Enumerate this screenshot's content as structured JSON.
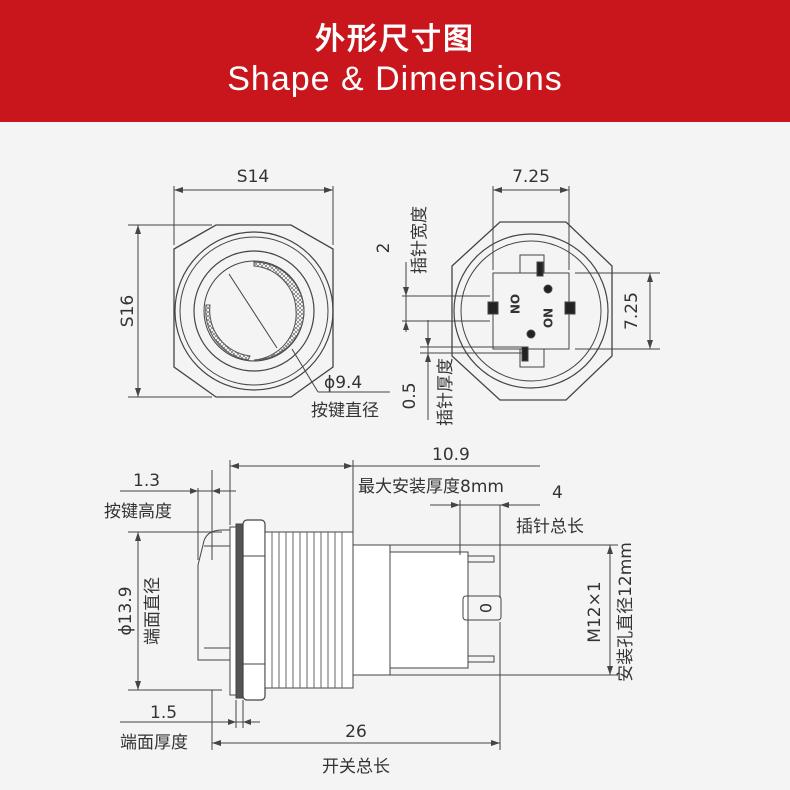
{
  "header": {
    "title_zh": "外形尺寸图",
    "title_en": "Shape & Dimensions"
  },
  "colors": {
    "banner": "#c9161d",
    "line": "#444444",
    "background": "#f4f4f4"
  },
  "dimensions": {
    "s14": "S14",
    "s16": "S16",
    "button_dia": "ϕ9.4",
    "button_dia_label": "按键直径",
    "w725_top": "7.25",
    "h725_right": "7.25",
    "pin_width": "2",
    "pin_width_label": "插针宽度",
    "pin_thick": "0.5",
    "pin_thick_label": "插针厚度",
    "max_thick": "10.9",
    "max_thick_label": "最大安装厚度8mm",
    "pin_len": "4",
    "pin_len_label": "插针总长",
    "btn_height": "1.3",
    "btn_height_label": "按键高度",
    "face_dia": "ϕ13.9",
    "face_dia_label": "端面直径",
    "face_thick": "1.5",
    "face_thick_label": "端面厚度",
    "total_len": "26",
    "total_len_label": "开关总长",
    "thread": "M12×1",
    "hole_label": "安装孔直径12mm",
    "pin_mark": "0"
  },
  "contacts": {
    "no_top": "NO",
    "no_bottom": "NO"
  }
}
